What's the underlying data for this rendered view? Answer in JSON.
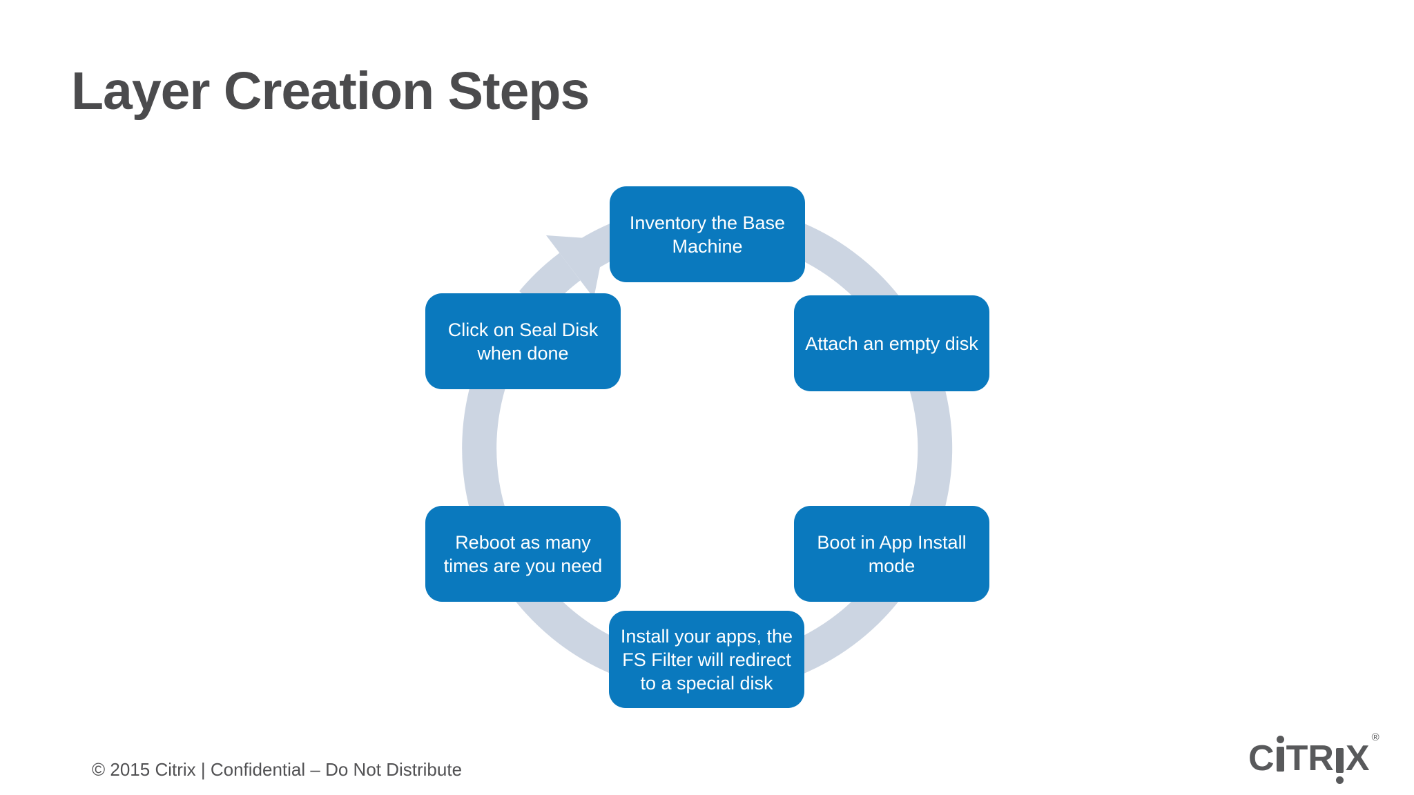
{
  "slide": {
    "title": "Layer Creation Steps",
    "footer": "© 2015 Citrix | Confidential – Do Not Distribute",
    "logo": {
      "brand": "Citrix",
      "letter_c": "C",
      "letter_t": "T",
      "letter_r": "R",
      "letter_x": "X",
      "registered_mark": "®"
    },
    "colors": {
      "step_blue": "#0a79be",
      "cycle_gray": "#ccd5e2",
      "title_gray": "#4b4b4d",
      "logo_gray": "#58595b",
      "step_text": "#ffffff"
    }
  },
  "diagram": {
    "type": "cycle",
    "direction": "clockwise",
    "steps": [
      {
        "position": "top",
        "label": "Inventory the Base Machine",
        "lines": [
          "Inventory the Base",
          "Machine"
        ]
      },
      {
        "position": "upper-right",
        "label": "Attach an empty disk",
        "lines": [
          "Attach an empty disk"
        ]
      },
      {
        "position": "lower-right",
        "label": "Boot in App Install mode",
        "lines": [
          "Boot in App Install",
          "mode"
        ]
      },
      {
        "position": "bottom",
        "label": "Install your apps, the FS Filter will redirect to a special disk",
        "lines": [
          "Install your apps, the",
          "FS Filter will redirect",
          "to a special disk"
        ]
      },
      {
        "position": "lower-left",
        "label": "Reboot as many times are you need",
        "lines": [
          "Reboot as many",
          "times are you need"
        ]
      },
      {
        "position": "upper-left",
        "label": "Click on Seal Disk when done",
        "lines": [
          "Click on Seal Disk",
          "when done"
        ]
      }
    ]
  }
}
